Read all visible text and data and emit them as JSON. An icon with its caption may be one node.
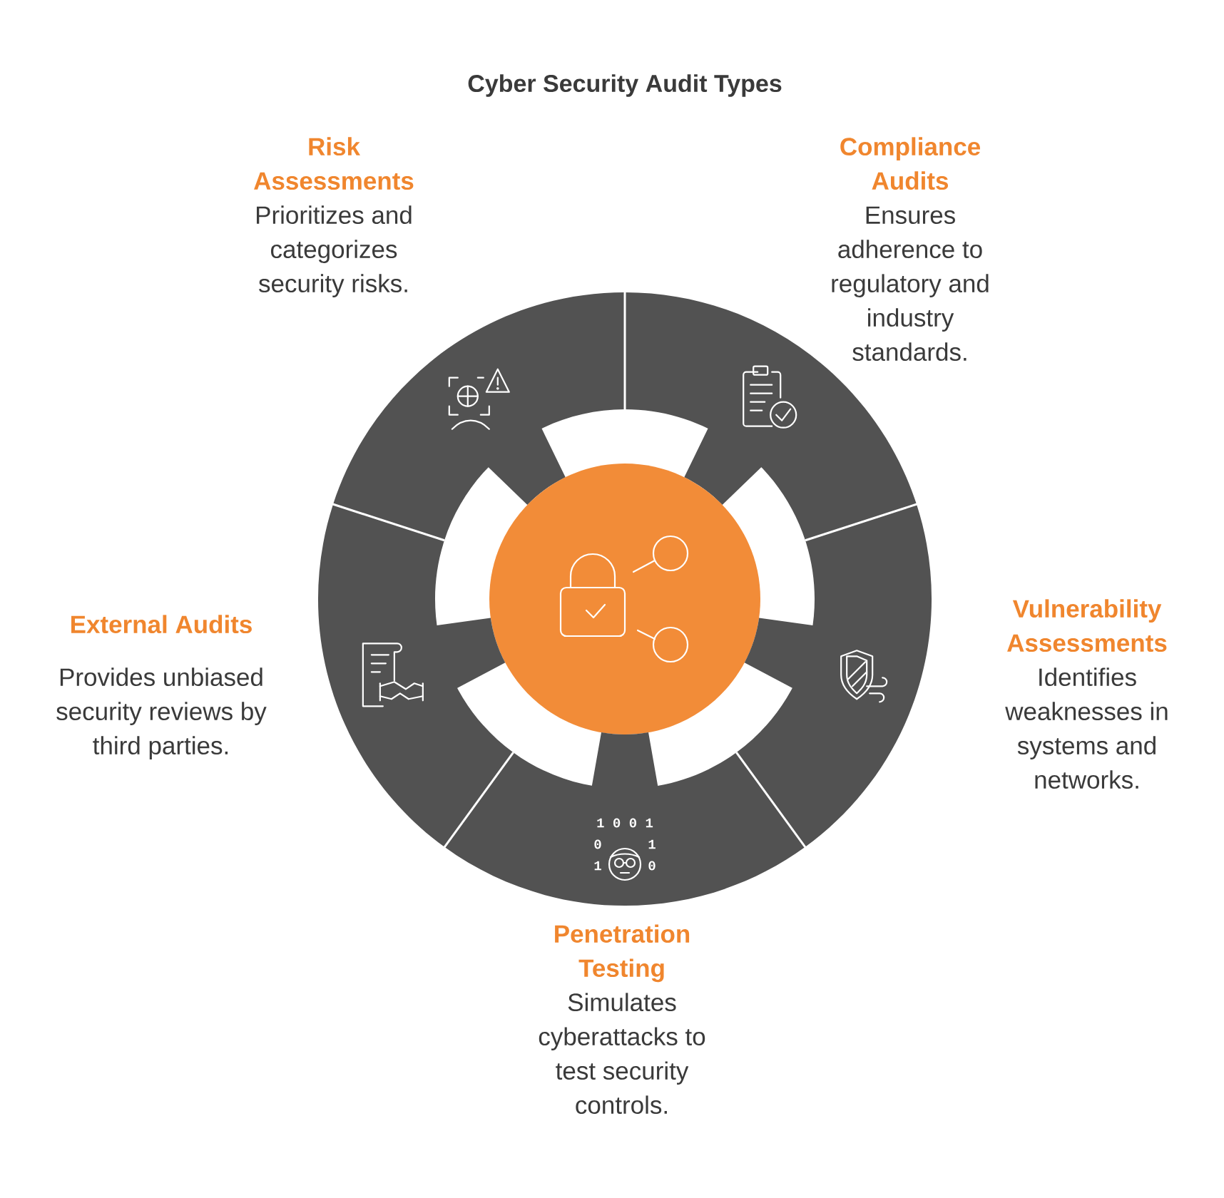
{
  "diagram": {
    "title": "Cyber Security Audit Types",
    "nodes": [
      {
        "text": [
          "Risk Assessments",
          "Prioritizes and categorizes security risks."
        ]
      },
      {
        "text": [
          "Compliance Audits",
          "Ensures adherence to regulatory and industry standards."
        ]
      },
      {
        "text": [],
        "shape": "circle"
      },
      {
        "text": [
          "External Audits",
          "Provides unbiased security reviews by third parties."
        ]
      },
      {
        "text": [
          "Vulnerability Assessments",
          "Identifies weaknesses in systems and networks."
        ]
      },
      {
        "text": [
          "Penetration Testing",
          "Simulates cyberattacks to test security controls."
        ]
      }
    ],
    "labels": [
      "1 0 0 1",
      "0",
      "1",
      "1",
      "0"
    ]
  }
}
